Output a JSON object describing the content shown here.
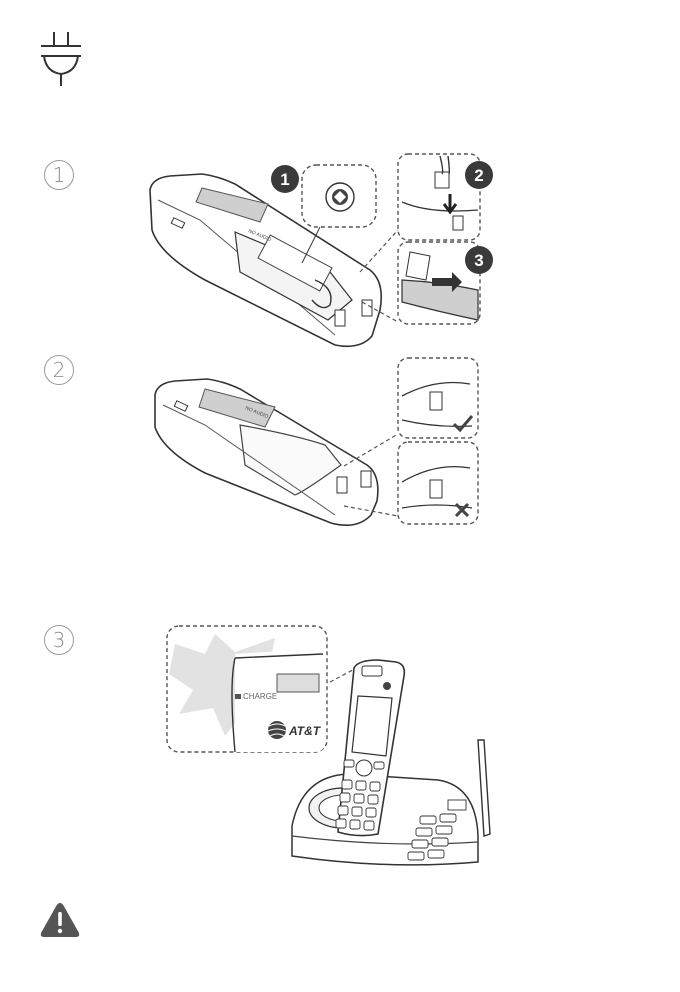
{
  "steps": [
    {
      "number": "1",
      "badges": [
        "1",
        "2",
        "3"
      ],
      "battery_label": "NO AUDIO"
    },
    {
      "number": "2",
      "battery_label": "NO AUDIO"
    },
    {
      "number": "3",
      "charge_label": "CHARGE",
      "brand": "AT&T"
    }
  ],
  "icons": {
    "power": "plug-icon",
    "warning": "warning-icon"
  },
  "colors": {
    "line": "#333333",
    "badge": "#3a3a3a",
    "dashed": "#555555",
    "halo": "#e2e2e2"
  }
}
